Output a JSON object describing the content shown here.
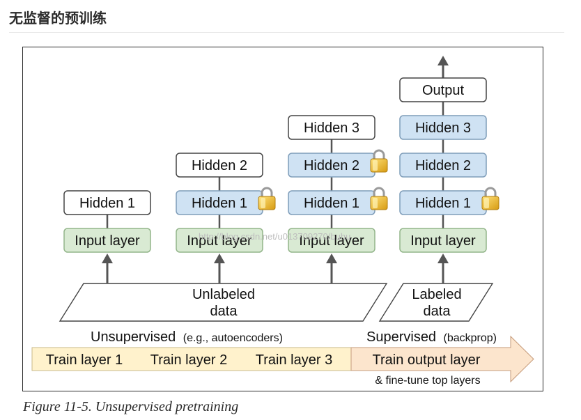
{
  "page": {
    "heading": "无监督的预训练"
  },
  "figure": {
    "caption": "Figure 11-5. Unsupervised pretraining",
    "watermark": "http://blog.csdn.net/u013709270/buhu",
    "columns": [
      {
        "layers": [
          "Input layer",
          "Hidden 1"
        ],
        "locked": []
      },
      {
        "layers": [
          "Input layer",
          "Hidden 1",
          "Hidden 2"
        ],
        "locked": [
          "Hidden 1"
        ]
      },
      {
        "layers": [
          "Input layer",
          "Hidden 1",
          "Hidden 2",
          "Hidden 3"
        ],
        "locked": [
          "Hidden 1",
          "Hidden 2"
        ]
      },
      {
        "layers": [
          "Input layer",
          "Hidden 1",
          "Hidden 2",
          "Hidden 3",
          "Output"
        ],
        "locked": [
          "Hidden 1"
        ]
      }
    ],
    "data_blocks": {
      "unlabeled": [
        "Unlabeled",
        "data"
      ],
      "labeled": [
        "Labeled",
        "data"
      ]
    },
    "phases": {
      "unsupervised": {
        "label": "Unsupervised",
        "note": "(e.g., autoencoders)"
      },
      "supervised": {
        "label": "Supervised",
        "note": "(backprop)"
      }
    },
    "train_steps": [
      "Train layer 1",
      "Train layer 2",
      "Train layer 3"
    ],
    "train_output": {
      "label": "Train output layer",
      "note": "& fine-tune top layers"
    },
    "colors": {
      "input_fill": "#d9ead3",
      "input_stroke": "#93b58a",
      "hidden_fill": "#cfe2f3",
      "hidden_stroke": "#7f9db9",
      "new_fill": "#ffffff",
      "new_stroke": "#444444",
      "bar_unsup": "#fff2cc",
      "bar_sup": "#fce5cd"
    }
  }
}
